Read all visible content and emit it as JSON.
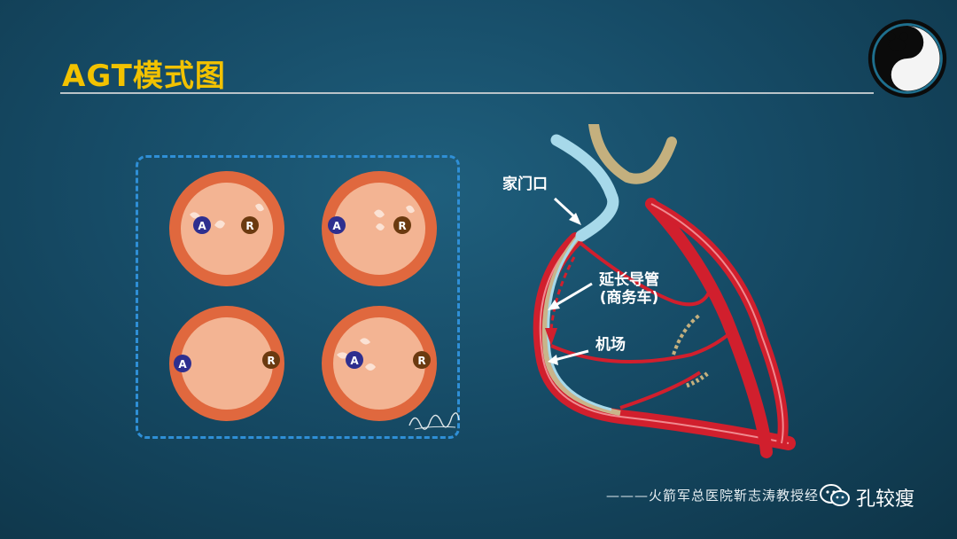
{
  "title": "AGT模式图",
  "labels": {
    "door": "家门口",
    "extension_line1": "延长导管",
    "extension_line2": "(商务车)",
    "airport": "机场"
  },
  "valve_markers": {
    "a": "A",
    "r": "R"
  },
  "credit": "———火箭军总医院靳志涛教授经",
  "wechat_account": "孔较瘦",
  "colors": {
    "title": "#f2c200",
    "background": "#164b66",
    "dashed_frame": "#2f8fd6",
    "valve_ring": "#e0683e",
    "valve_inner": "#f3b493",
    "marker_a": "#2e2f8f",
    "marker_r": "#6b3a10",
    "vessel_red": "#d11f2d",
    "guide_catheter": "#a7d9ea",
    "extension_catheter": "#c9b48a"
  },
  "icons": [
    "logo-icon",
    "wechat-icon",
    "arrow-icon"
  ]
}
